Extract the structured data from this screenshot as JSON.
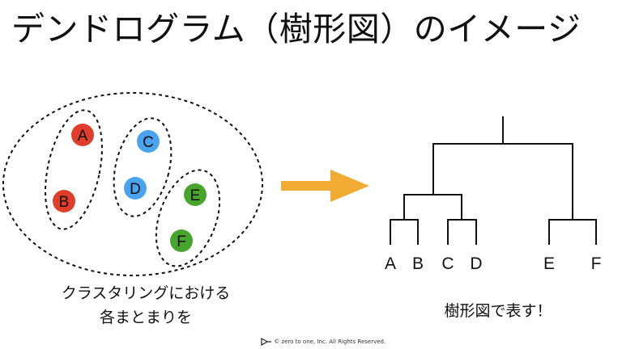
{
  "title": "デンドログラム（樹形図）のイメージ",
  "cluster_caption": [
    "クラスタリングにおける",
    "各まとまりを"
  ],
  "dendrogram_caption": "樹形図で表す！",
  "points": [
    {
      "label": "A",
      "color": "#e03d2b"
    },
    {
      "label": "B",
      "color": "#e03d2b"
    },
    {
      "label": "C",
      "color": "#4aa3ee"
    },
    {
      "label": "D",
      "color": "#4aa3ee"
    },
    {
      "label": "E",
      "color": "#47a52d"
    },
    {
      "label": "F",
      "color": "#47a52d"
    }
  ],
  "leaf_labels": [
    "A",
    "B",
    "C",
    "D",
    "E",
    "F"
  ],
  "arrow_color": "#f3ac33",
  "footer": {
    "copyright_symbol": "©",
    "text": "zero to one, Inc. All Rights Reserved."
  }
}
